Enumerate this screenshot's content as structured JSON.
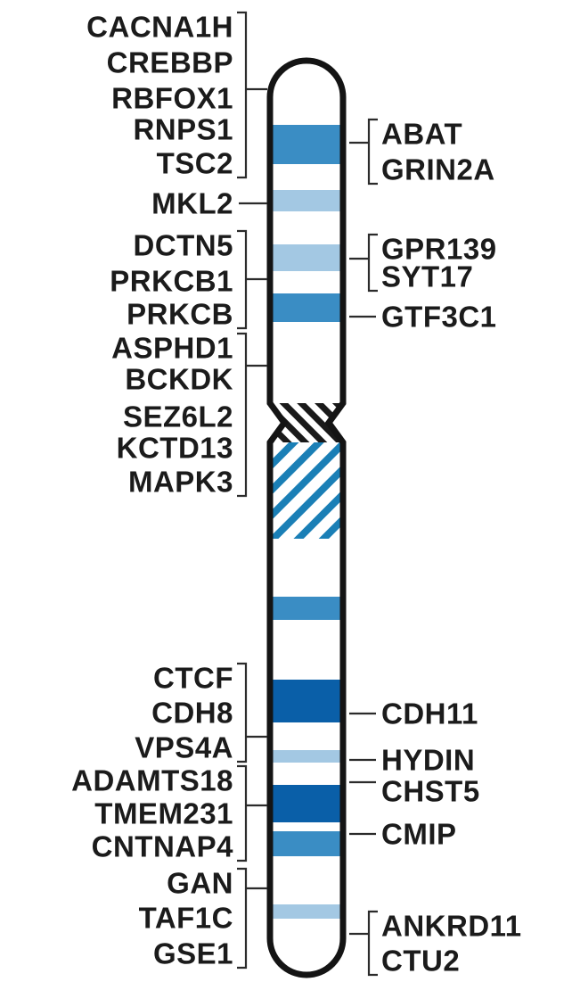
{
  "colors": {
    "band_dark": "#0a5fa8",
    "band_medium": "#3a8dc4",
    "band_light": "#a3c8e3",
    "hatch_blue": "#1a7fb6",
    "hatch_black": "#1a1a1a",
    "outline": "#141414"
  },
  "left_groups": [
    {
      "genes": [
        "CACNA1H",
        "CREBBP",
        "RBFOX1",
        "RNPS1",
        "TSC2"
      ]
    },
    {
      "genes": [
        "MKL2"
      ]
    },
    {
      "genes": [
        "DCTN5",
        "PRKCB1",
        "PRKCB"
      ]
    },
    {
      "genes": [
        "ASPHD1",
        "BCKDK",
        "SEZ6L2",
        "KCTD13",
        "MAPK3"
      ]
    },
    {
      "genes": [
        "CTCF",
        "CDH8",
        "VPS4A"
      ]
    },
    {
      "genes": [
        "ADAMTS18",
        "TMEM231",
        "CNTNAP4"
      ]
    },
    {
      "genes": [
        "GAN",
        "TAF1C",
        "GSE1"
      ]
    }
  ],
  "right_groups": [
    {
      "genes": [
        "ABAT",
        "GRIN2A"
      ]
    },
    {
      "genes": [
        "GPR139",
        "SYT17"
      ]
    },
    {
      "genes": [
        "GTF3C1"
      ]
    },
    {
      "genes": [
        "CDH11"
      ]
    },
    {
      "genes": [
        "HYDIN"
      ]
    },
    {
      "genes": [
        "CHST5"
      ]
    },
    {
      "genes": [
        "CMIP"
      ]
    },
    {
      "genes": [
        "ANKRD11",
        "CTU2"
      ]
    }
  ],
  "bands": [
    {
      "shade": "medium"
    },
    {
      "shade": "light"
    },
    {
      "shade": "light"
    },
    {
      "shade": "medium"
    },
    {
      "shade": "medium"
    },
    {
      "shade": "dark"
    },
    {
      "shade": "light"
    },
    {
      "shade": "dark"
    },
    {
      "shade": "medium"
    },
    {
      "shade": "light"
    }
  ]
}
